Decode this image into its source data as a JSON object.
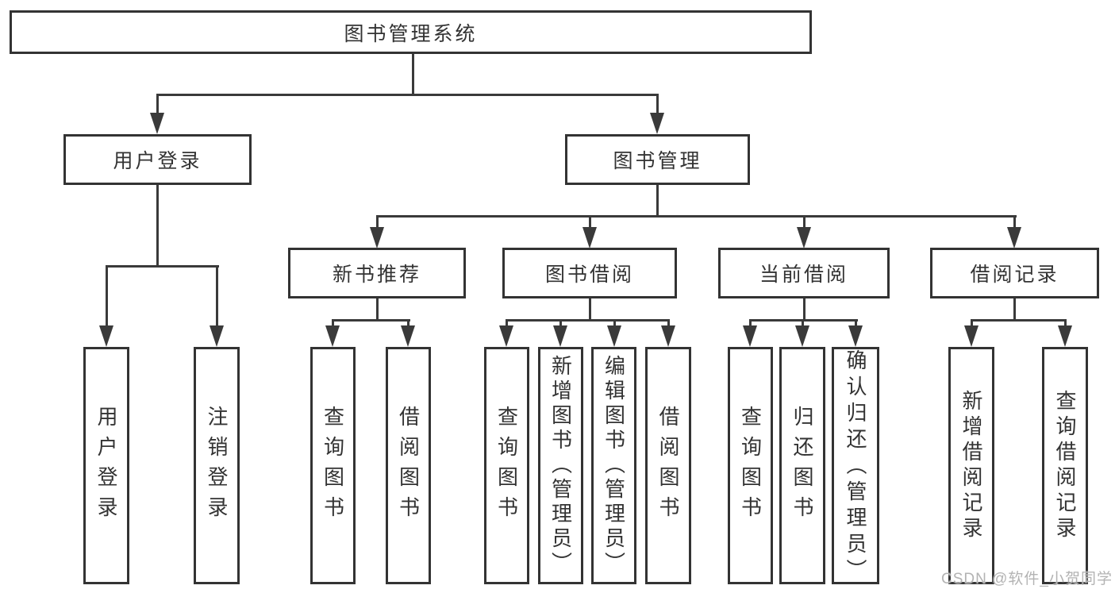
{
  "diagram": {
    "watermark": {
      "text": "CSDN @软件_小贺同学"
    },
    "colors": {
      "border": "#333333",
      "line": "#3a3a3a",
      "text": "#333333",
      "background": "#ffffff",
      "watermark": "#b3b3b3"
    },
    "tree": {
      "root": {
        "label": "图书管理系统"
      },
      "branches": [
        {
          "label": "用户登录",
          "leaves": [
            {
              "label": "用户登录"
            },
            {
              "label": "注销登录"
            }
          ]
        },
        {
          "label": "图书管理",
          "children": [
            {
              "label": "新书推荐",
              "leaves": [
                {
                  "label": "查询图书"
                },
                {
                  "label": "借阅图书"
                }
              ]
            },
            {
              "label": "图书借阅",
              "leaves": [
                {
                  "label": "查询图书"
                },
                {
                  "label": "新增图书（管理员）"
                },
                {
                  "label": "编辑图书（管理员）"
                },
                {
                  "label": "借阅图书"
                }
              ]
            },
            {
              "label": "当前借阅",
              "leaves": [
                {
                  "label": "查询图书"
                },
                {
                  "label": "归还图书"
                },
                {
                  "label": "确认归还（管理员）"
                }
              ]
            },
            {
              "label": "借阅记录",
              "leaves": [
                {
                  "label": "新增借阅记录"
                },
                {
                  "label": "查询借阅记录"
                }
              ]
            }
          ]
        }
      ]
    }
  }
}
